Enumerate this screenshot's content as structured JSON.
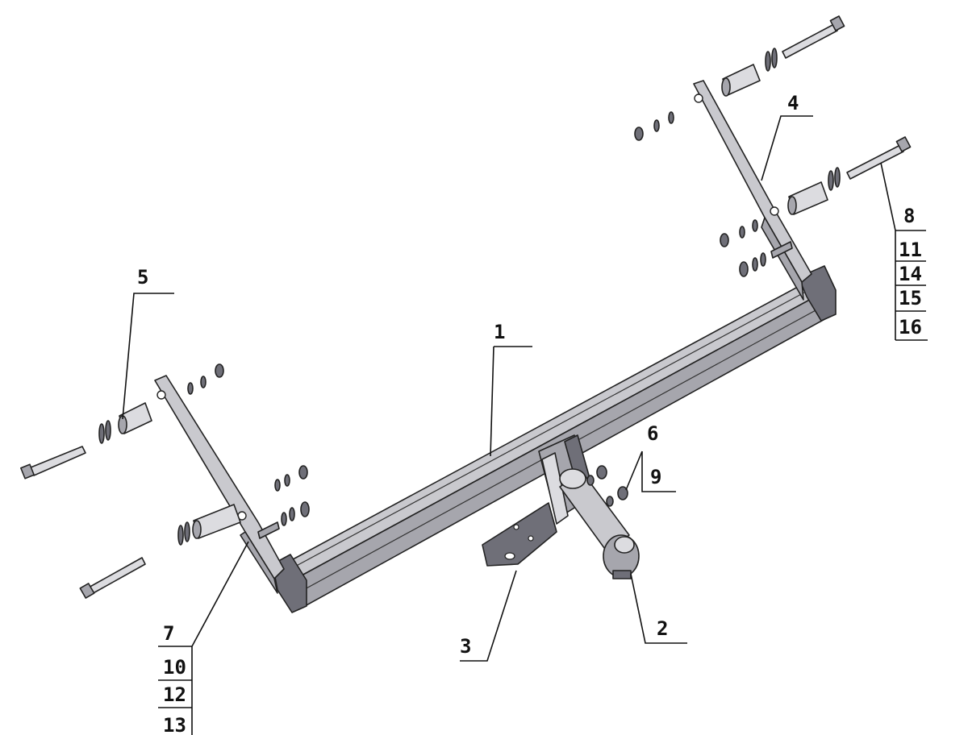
{
  "diagram": {
    "callouts": {
      "c1": "1",
      "c2": "2",
      "c3": "3",
      "c4": "4",
      "c5": "5",
      "c6": "6",
      "c9": "9",
      "group_right": [
        "8",
        "11",
        "14",
        "15",
        "16"
      ],
      "group_left": [
        "7",
        "10",
        "12",
        "13"
      ]
    },
    "colors": {
      "metal_light": "#dcdce0",
      "metal": "#a6a6ad",
      "metal_dark": "#6f6f78",
      "outline": "#222222"
    }
  }
}
